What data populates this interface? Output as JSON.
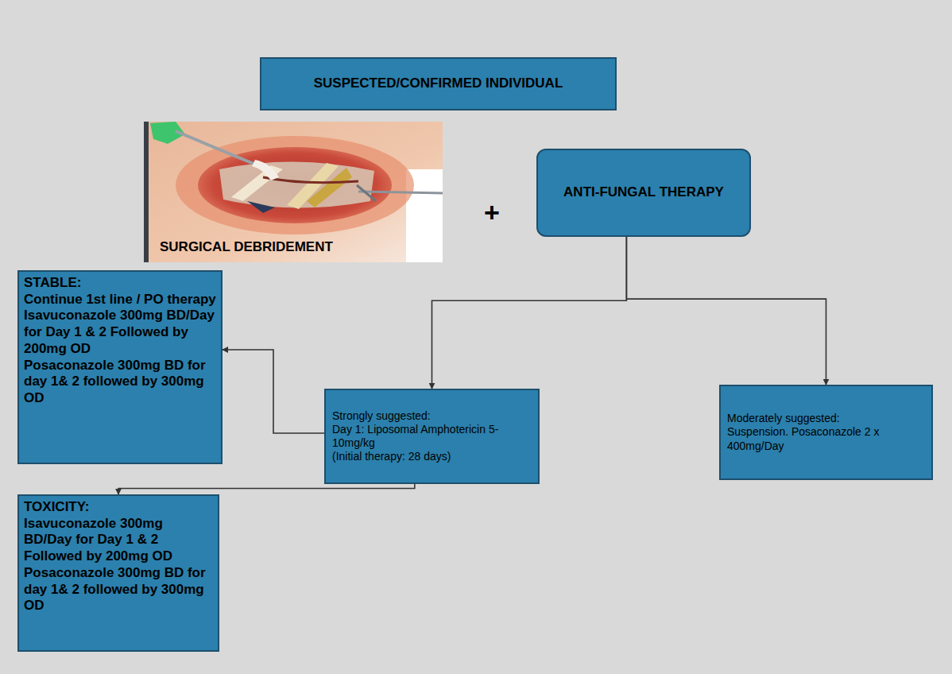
{
  "diagram": {
    "nodes": [
      {
        "text": [
          "SUSPECTED/CONFIRMED INDIVIDUAL"
        ]
      },
      {
        "text": [
          "SURGICAL DEBRIDEMENT"
        ]
      },
      {
        "text": [
          "ANTI-FUNGAL THERAPY"
        ]
      },
      {
        "text": [
          "STABLE:",
          "Continue 1st line / PO therapy",
          "Isavuconazole 300mg BD/Day for Day 1 & 2 Followed by 200mg OD",
          "Posaconazole 300mg BD for day 1& 2 followed by 300mg OD"
        ]
      },
      {
        "text": [
          "Strongly suggested:",
          "Day 1: Liposomal Amphotericin 5-10mg/kg",
          "(Initial therapy: 28 days)"
        ]
      },
      {
        "text": [
          "Moderately suggested:",
          "Suspension. Posaconazole 2 x 400mg/Day"
        ]
      },
      {
        "text": [
          "TOXICITY:",
          "Isavuconazole 300mg BD/Day for Day 1 & 2 Followed by 200mg OD",
          "Posaconazole 300mg BD for day 1& 2 followed by 300mg OD"
        ]
      }
    ],
    "edges": [
      {
        "from": 2,
        "to": 4,
        "arrow": "to"
      },
      {
        "from": 2,
        "to": 5,
        "arrow": "to"
      },
      {
        "from": 4,
        "to": 3,
        "arrow": "to"
      },
      {
        "from": 4,
        "to": 6,
        "arrow": "to"
      }
    ],
    "labels": [
      "+"
    ]
  }
}
